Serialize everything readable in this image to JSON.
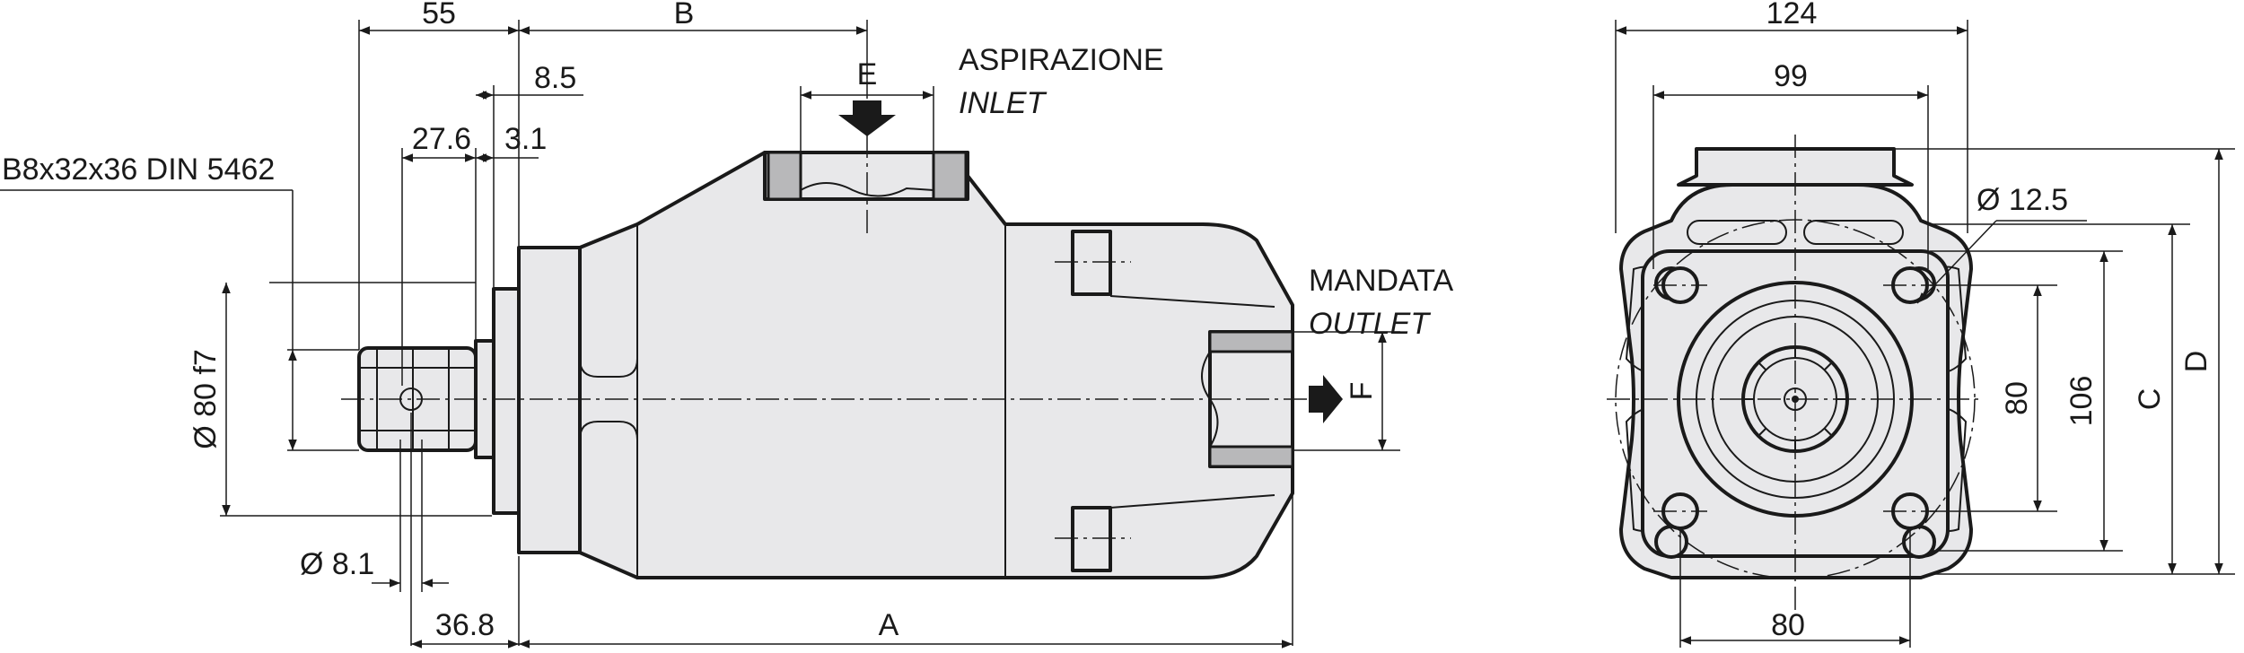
{
  "side_view": {
    "dims": {
      "d55": "55",
      "dB": "B",
      "d8_5": "8.5",
      "dE": "E",
      "d27_6": "27.6",
      "d3_1": "3.1",
      "spline": "B8x32x36 DIN 5462",
      "d80f7": "Ø 80 f7",
      "d8_1": "Ø 8.1",
      "d36_8": "36.8",
      "dA": "A",
      "dF": "F"
    },
    "inlet": {
      "label": "ASPIRAZIONE",
      "label_en": "INLET"
    },
    "outlet": {
      "label": "MANDATA",
      "label_en": "OUTLET"
    }
  },
  "front_view": {
    "dims": {
      "d124": "124",
      "d99": "99",
      "d12_5": "Ø 12.5",
      "d80v": "80",
      "d106": "106",
      "dC": "C",
      "dD": "D",
      "d80h": "80"
    }
  }
}
